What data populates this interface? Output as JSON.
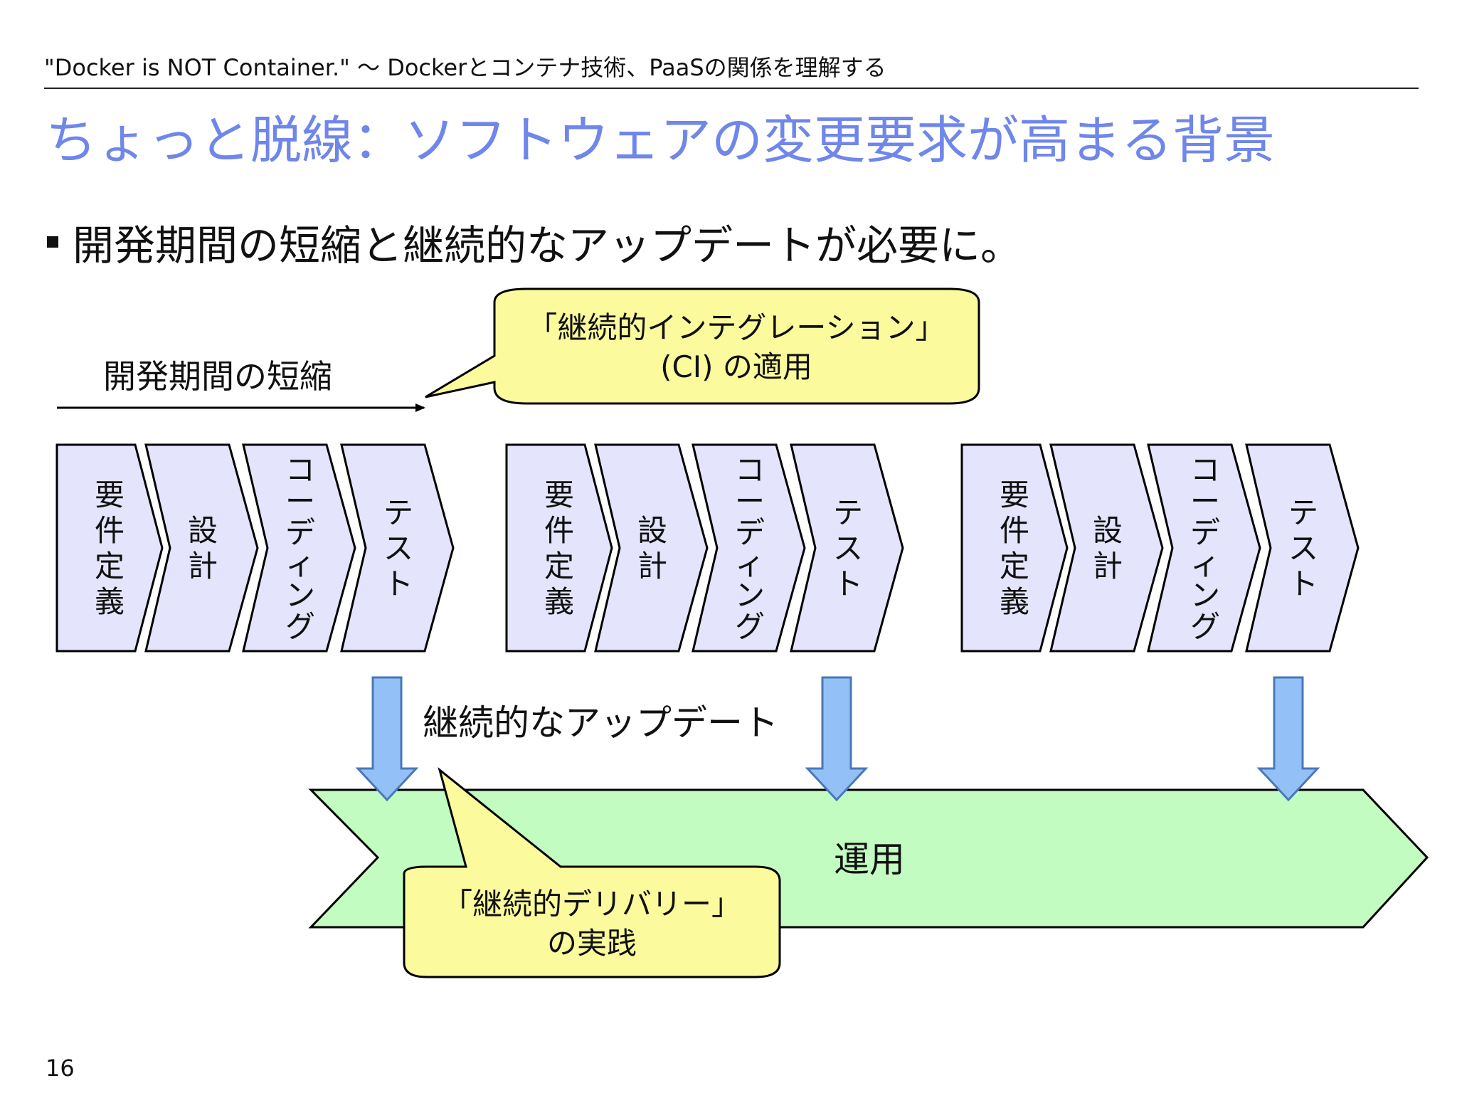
{
  "header": {
    "text": "\"Docker is NOT Container.\" 〜 Dockerとコンテナ技術、PaaSの関係を理解する"
  },
  "title": "ちょっと脱線：ソフトウェアの変更要求が高まる背景",
  "bullet": "開発期間の短縮と継続的なアップデートが必要に。",
  "page_number": "16",
  "diagram": {
    "shorten_label": "開発期間の短縮",
    "ci_callout": {
      "line1": "「継続的インテグレーション」",
      "line2": "(CI) の適用"
    },
    "cycles": [
      {
        "phases": [
          "要件定義",
          "設計",
          "コーディング",
          "テスト"
        ]
      },
      {
        "phases": [
          "要件定義",
          "設計",
          "コーディング",
          "テスト"
        ]
      },
      {
        "phases": [
          "要件定義",
          "設計",
          "コーディング",
          "テスト"
        ]
      }
    ],
    "update_label": "継続的なアップデート",
    "operation_label": "運用",
    "cd_callout": {
      "line1": "「継続的デリバリー」",
      "line2": "の実践"
    }
  },
  "colors": {
    "title": "#6f86ea",
    "phase_fill": "#e4e4fc",
    "operation_fill": "#c3fcc0",
    "callout_fill": "#fbfb9d",
    "down_arrow_fill": "#93c1f7",
    "down_arrow_stroke": "#4a78b8"
  }
}
